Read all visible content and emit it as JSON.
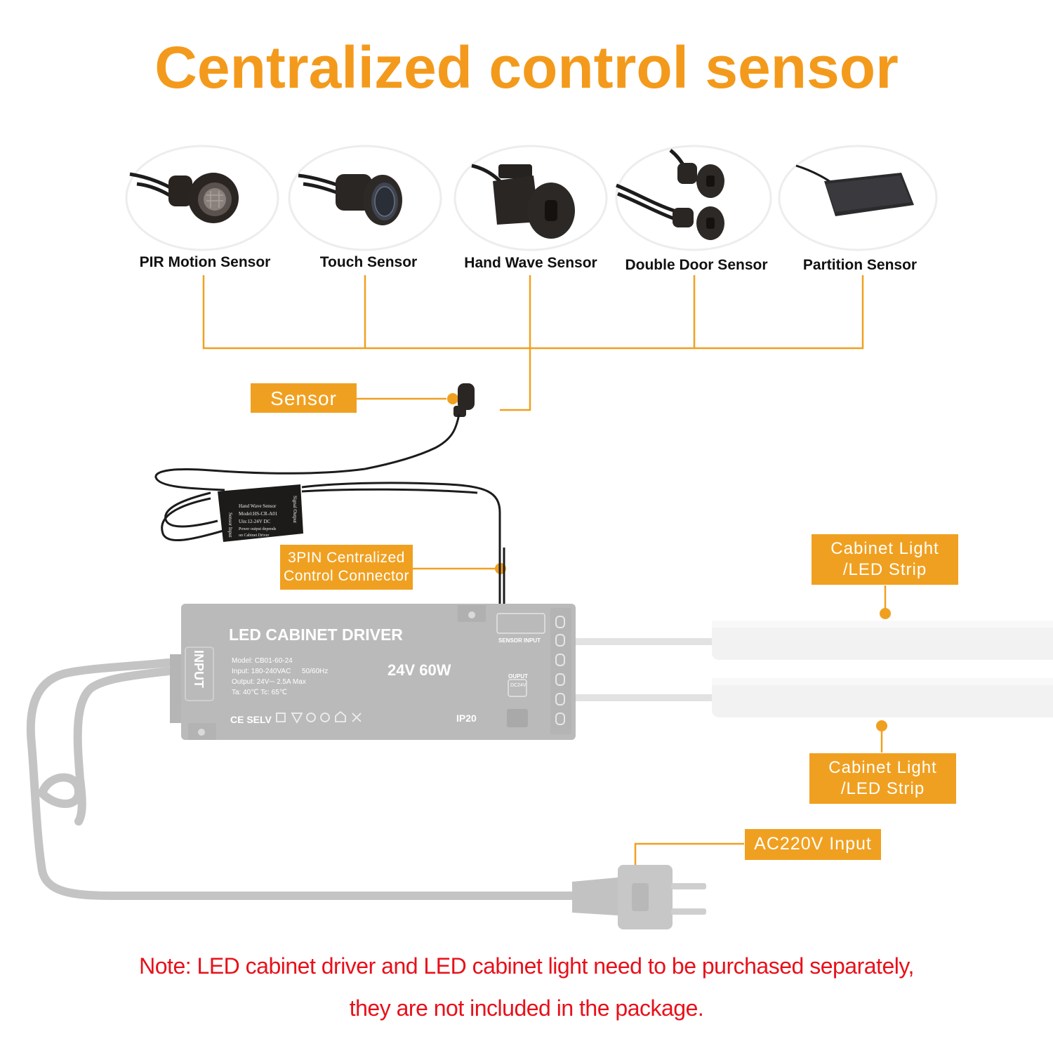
{
  "title": "Centralized control sensor",
  "sensors": [
    {
      "label": "PIR Motion Sensor",
      "icon": "pir-motion-sensor-icon"
    },
    {
      "label": "Touch Sensor",
      "icon": "touch-sensor-icon"
    },
    {
      "label": "Hand Wave Sensor",
      "icon": "hand-wave-sensor-icon"
    },
    {
      "label": "Double Door Sensor",
      "icon": "double-door-sensor-icon"
    },
    {
      "label": "Partition Sensor",
      "icon": "partition-sensor-icon"
    }
  ],
  "tags": {
    "sensor": "Sensor",
    "connector_line1": "3PIN Centralized",
    "connector_line2": "Control Connector",
    "light_top_line1": "Cabinet Light",
    "light_top_line2": "/LED Strip",
    "light_bottom_line1": "Cabinet Light",
    "light_bottom_line2": "/LED Strip",
    "ac_input": "AC220V Input"
  },
  "module": {
    "line1": "Hand Wave Sensor",
    "line2": "Model:HS-CR-A01",
    "line3": "Uin:12-24V DC",
    "line4": "Power output depends",
    "line5": "on Cabinet Driver",
    "side_left": "Sensor Input",
    "side_right": "Signal Output"
  },
  "driver": {
    "title": "LED CABINET DRIVER",
    "model": "Model: CB01-60-24",
    "input": "Input: 180-240VAC",
    "freq": "50/60Hz",
    "output": "Output: 24V⎓ 2.5A Max",
    "temps": "Ta: 40℃    Tc: 65℃",
    "rating": "24V 60W",
    "ip": "IP20",
    "marks": "CE SELV",
    "sensor_input": "SENSOR INPUT",
    "output_label": "OUPUT",
    "output_voltage": "DC24V",
    "input_side": "INPUT"
  },
  "note": {
    "line1": "Note: LED cabinet driver and LED cabinet light need to be purchased separately,",
    "line2": "they are not included in the package."
  },
  "colors": {
    "accent": "#f0a020",
    "title": "#f39a1c",
    "note": "#e8101a",
    "driver_gray": "#b9b9b9",
    "strip": "#f1f1f1"
  }
}
